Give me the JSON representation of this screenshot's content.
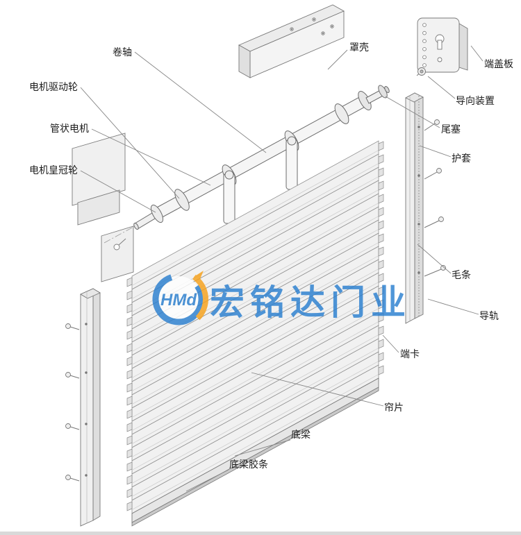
{
  "labels": {
    "roller_shaft": "卷轴",
    "cover_housing": "罩壳",
    "motor_drive_wheel": "电机驱动轮",
    "tubular_motor": "管状电机",
    "motor_crown_wheel": "电机皇冠轮",
    "end_cover_plate": "端盖板",
    "guide_device": "导向装置",
    "tail_plug": "尾塞",
    "protective_sleeve": "护套",
    "brush_strip": "毛条",
    "guide_rail": "导轨",
    "end_clip": "端卡",
    "curtain_slat": "帘片",
    "bottom_beam": "底梁",
    "bottom_beam_rubber_strip": "底梁胶条"
  },
  "watermark": {
    "logo_text": "HMd",
    "company_name": "宏铭达门业",
    "blue": "#2a7fd0",
    "orange": "#f7a11a"
  }
}
